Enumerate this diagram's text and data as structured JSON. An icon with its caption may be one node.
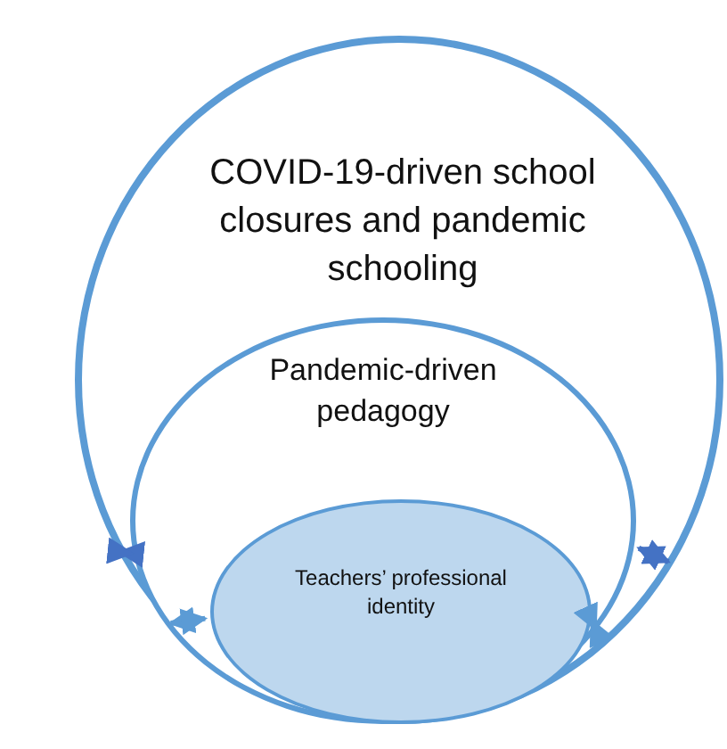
{
  "diagram": {
    "nodes": [
      {
        "text": [
          "COVID-19-driven school closures and pandemic schooling"
        ]
      },
      {
        "text": [
          "Pandemic-driven pedagogy"
        ],
        "in": 0
      },
      {
        "text": [
          "Teachers’ professional identity"
        ],
        "in": 1
      }
    ],
    "edges": [
      {
        "from": 0,
        "to": 1,
        "arrow": "both",
        "color": "#4472c4"
      },
      {
        "from": 1,
        "to": 2,
        "arrow": "both",
        "color": "#5b9bd5"
      },
      {
        "from": 0,
        "to": 1,
        "arrow": "both",
        "color": "#4472c4"
      },
      {
        "from": 1,
        "to": 2,
        "arrow": "both",
        "color": "#5b9bd5"
      }
    ]
  }
}
